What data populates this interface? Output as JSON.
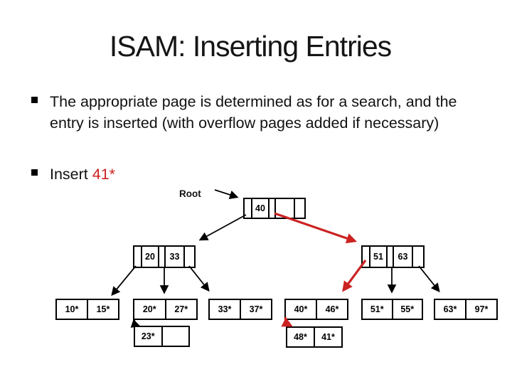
{
  "slide": {
    "title": "ISAM: Inserting Entries"
  },
  "bullets": {
    "first": "The appropriate page is determined as for a search, and the entry is inserted (with overflow pages added if necessary)",
    "second_prefix": "Insert ",
    "second_highlight": "41*"
  },
  "diagram": {
    "root_label": "Root",
    "root": [
      "40",
      ""
    ],
    "internal": [
      [
        "20",
        "33"
      ],
      [
        "51",
        "63"
      ]
    ],
    "leaves": [
      [
        "10*",
        "15*"
      ],
      [
        "20*",
        "27*"
      ],
      [
        "33*",
        "37*"
      ],
      [
        "40*",
        "46*"
      ],
      [
        "51*",
        "55*"
      ],
      [
        "63*",
        "97*"
      ]
    ],
    "overflow": [
      [
        "23*",
        ""
      ],
      [
        "48*",
        "41*"
      ]
    ]
  },
  "colors": {
    "accent_red": "#cc2222",
    "ink": "#000000"
  }
}
